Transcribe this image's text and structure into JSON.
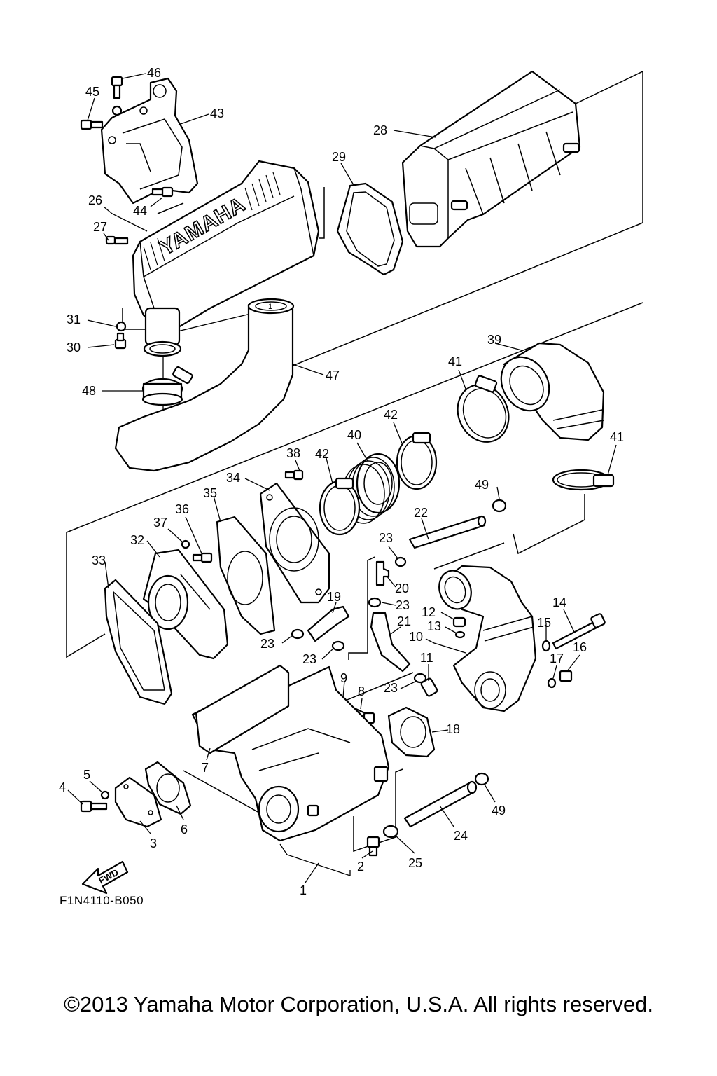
{
  "brand_text": "YAMAHA",
  "fwd_label": "FWD",
  "diagram_code": "F1N4110-B050",
  "copyright": "©2013 Yamaha Motor Corporation, U.S.A. All rights reserved.",
  "callouts": [
    {
      "id": "c46",
      "text": "46"
    },
    {
      "id": "c45",
      "text": "45"
    },
    {
      "id": "c43",
      "text": "43"
    },
    {
      "id": "c28",
      "text": "28"
    },
    {
      "id": "c29",
      "text": "29"
    },
    {
      "id": "c26",
      "text": "26"
    },
    {
      "id": "c44",
      "text": "44"
    },
    {
      "id": "c27",
      "text": "27"
    },
    {
      "id": "c31",
      "text": "31"
    },
    {
      "id": "c30",
      "text": "30"
    },
    {
      "id": "c47",
      "text": "47"
    },
    {
      "id": "c48",
      "text": "48"
    },
    {
      "id": "c39",
      "text": "39"
    },
    {
      "id": "c41a",
      "text": "41"
    },
    {
      "id": "c42a",
      "text": "42"
    },
    {
      "id": "c40",
      "text": "40"
    },
    {
      "id": "c42b",
      "text": "42"
    },
    {
      "id": "c38",
      "text": "38"
    },
    {
      "id": "c41b",
      "text": "41"
    },
    {
      "id": "c34",
      "text": "34"
    },
    {
      "id": "c49a",
      "text": "49"
    },
    {
      "id": "c35",
      "text": "35"
    },
    {
      "id": "c36",
      "text": "36"
    },
    {
      "id": "c37",
      "text": "37"
    },
    {
      "id": "c32",
      "text": "32"
    },
    {
      "id": "c22",
      "text": "22"
    },
    {
      "id": "c23a",
      "text": "23"
    },
    {
      "id": "c33",
      "text": "33"
    },
    {
      "id": "c20",
      "text": "20"
    },
    {
      "id": "c19",
      "text": "19"
    },
    {
      "id": "c23b",
      "text": "23"
    },
    {
      "id": "c14",
      "text": "14"
    },
    {
      "id": "c12",
      "text": "12"
    },
    {
      "id": "c21",
      "text": "21"
    },
    {
      "id": "c13",
      "text": "13"
    },
    {
      "id": "c15",
      "text": "15"
    },
    {
      "id": "c23c",
      "text": "23"
    },
    {
      "id": "c10",
      "text": "10"
    },
    {
      "id": "c16",
      "text": "16"
    },
    {
      "id": "c23d",
      "text": "23"
    },
    {
      "id": "c11",
      "text": "11"
    },
    {
      "id": "c17",
      "text": "17"
    },
    {
      "id": "c9",
      "text": "9"
    },
    {
      "id": "c23e",
      "text": "23"
    },
    {
      "id": "c8",
      "text": "8"
    },
    {
      "id": "c18",
      "text": "18"
    },
    {
      "id": "c7",
      "text": "7"
    },
    {
      "id": "c5",
      "text": "5"
    },
    {
      "id": "c4",
      "text": "4"
    },
    {
      "id": "c49b",
      "text": "49"
    },
    {
      "id": "c6",
      "text": "6"
    },
    {
      "id": "c3",
      "text": "3"
    },
    {
      "id": "c24",
      "text": "24"
    },
    {
      "id": "c25",
      "text": "25"
    },
    {
      "id": "c2",
      "text": "2"
    },
    {
      "id": "c1",
      "text": "1"
    },
    {
      "id": "c1b",
      "text": "1"
    }
  ]
}
